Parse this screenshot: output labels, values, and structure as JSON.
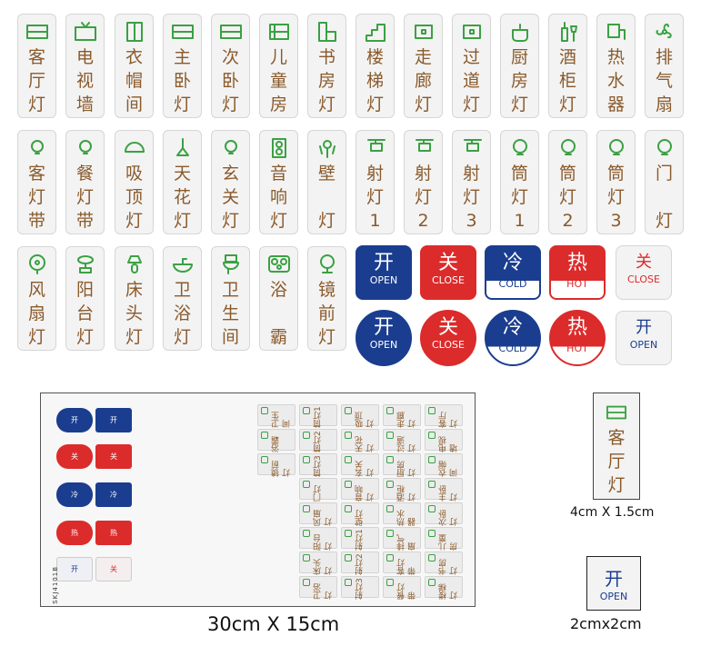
{
  "row1": [
    {
      "label": "客\n厅\n灯",
      "icon": "bed-icon"
    },
    {
      "label": "电\n视\n墙",
      "icon": "tv-icon"
    },
    {
      "label": "衣\n帽\n间",
      "icon": "wardrobe-icon"
    },
    {
      "label": "主\n卧\n灯",
      "icon": "bed-icon"
    },
    {
      "label": "次\n卧\n灯",
      "icon": "bed-icon"
    },
    {
      "label": "儿\n童\n房",
      "icon": "bunk-bed-icon"
    },
    {
      "label": "书\n房\n灯",
      "icon": "bookshelf-icon"
    },
    {
      "label": "楼\n梯\n灯",
      "icon": "stairs-icon"
    },
    {
      "label": "走\n廊\n灯",
      "icon": "corridor-icon"
    },
    {
      "label": "过\n道\n灯",
      "icon": "corridor-icon"
    },
    {
      "label": "厨\n房\n灯",
      "icon": "pot-icon"
    },
    {
      "label": "酒\n柜\n灯",
      "icon": "wine-icon"
    },
    {
      "label": "热\n水\n器",
      "icon": "water-heater-icon"
    },
    {
      "label": "排\n气\n扇",
      "icon": "fan-icon"
    }
  ],
  "row2": [
    {
      "label": "客\n灯\n带",
      "icon": "bulb-icon"
    },
    {
      "label": "餐\n灯\n带",
      "icon": "bulb-icon"
    },
    {
      "label": "吸\n顶\n灯",
      "icon": "ceiling-lamp-icon"
    },
    {
      "label": "天\n花\n灯",
      "icon": "pendant-lamp-icon"
    },
    {
      "label": "玄\n关\n灯",
      "icon": "bulb-icon"
    },
    {
      "label": "音\n响\n灯",
      "icon": "speaker-icon"
    },
    {
      "label": "壁\n\n灯",
      "icon": "wall-lamp-icon"
    },
    {
      "label": "射\n灯\n1",
      "icon": "spotlight-icon"
    },
    {
      "label": "射\n灯\n2",
      "icon": "spotlight-icon"
    },
    {
      "label": "射\n灯\n3",
      "icon": "spotlight-icon"
    },
    {
      "label": "筒\n灯\n1",
      "icon": "bulb-icon"
    },
    {
      "label": "筒\n灯\n2",
      "icon": "bulb-icon"
    },
    {
      "label": "筒\n灯\n3",
      "icon": "bulb-icon"
    },
    {
      "label": "门\n\n灯",
      "icon": "bulb-icon"
    }
  ],
  "row3": [
    {
      "label": "风\n扇\n灯",
      "icon": "fan-icon"
    },
    {
      "label": "阳\n台\n灯",
      "icon": "bonsai-icon"
    },
    {
      "label": "床\n头\n灯",
      "icon": "table-lamp-icon"
    },
    {
      "label": "卫\n浴\n灯",
      "icon": "basin-icon"
    },
    {
      "label": "卫\n生\n间",
      "icon": "toilet-icon"
    },
    {
      "label": "浴\n\n霸",
      "icon": "heater-icon"
    },
    {
      "label": "镜\n前\n灯",
      "icon": "mirror-icon"
    }
  ],
  "signs": {
    "open_cn": "开",
    "open_en": "OPEN",
    "close_cn": "关",
    "close_en": "CLOSE",
    "cold_cn": "冷",
    "cold_en": "COLD",
    "hot_cn": "热",
    "hot_en": "HOT"
  },
  "sheet": {
    "sku": "SKJ4101B"
  },
  "captions": {
    "sheet_size": "30cm X 15cm",
    "tile_size": "4cm X 1.5cm",
    "square_size": "2cmx2cm"
  },
  "sample_tile": {
    "label": "客\n厅\n灯",
    "icon": "bed-icon"
  },
  "colors": {
    "brand_blue": "#1a3d8f",
    "brand_red": "#dc2b2b",
    "icon_green": "#3aa142",
    "text_brown": "#8a5a2b"
  }
}
